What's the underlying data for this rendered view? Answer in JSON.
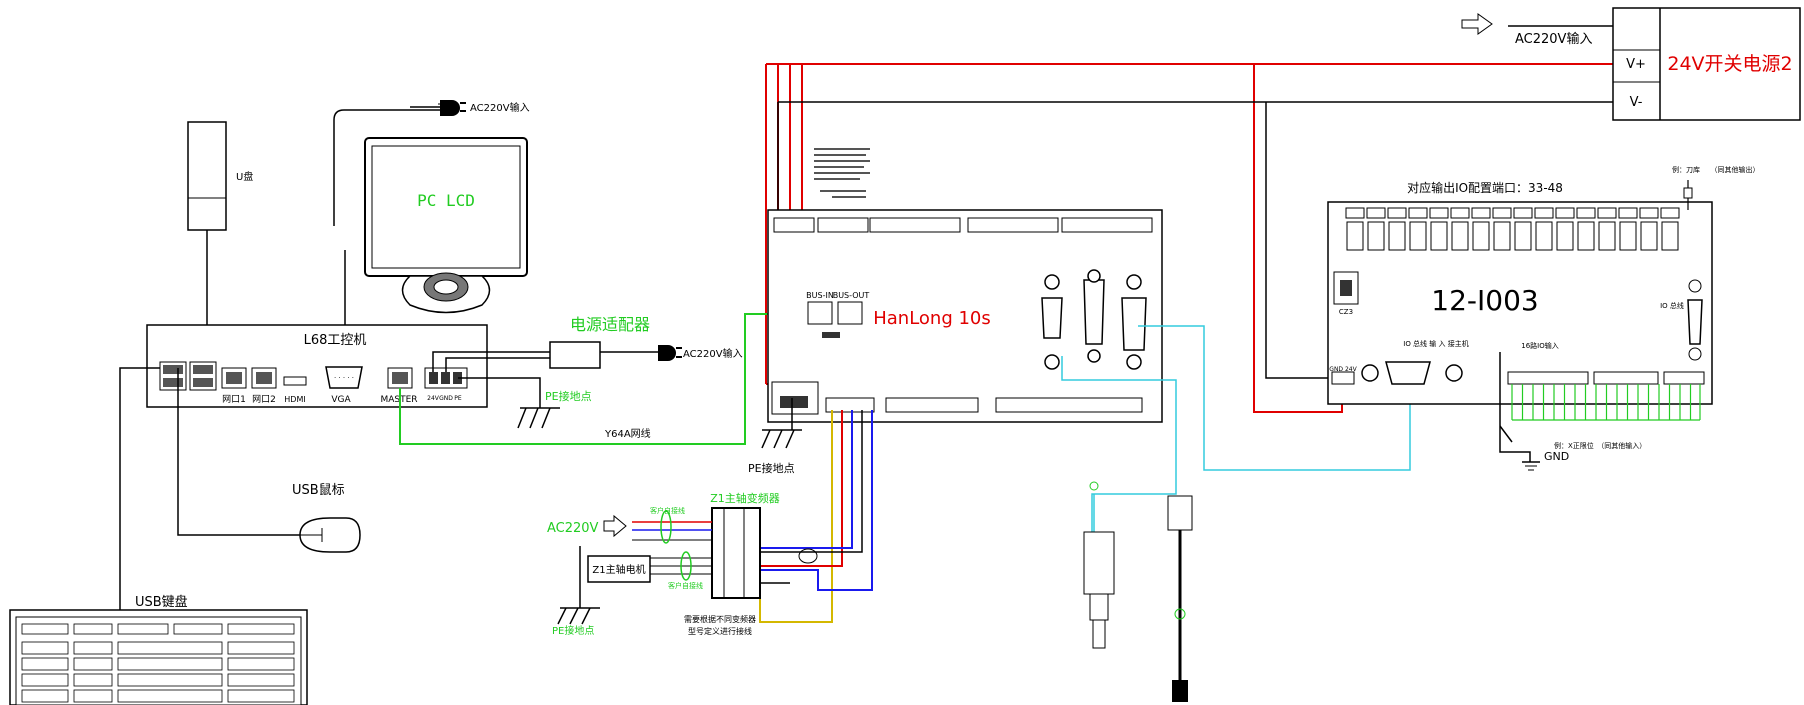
{
  "labels": {
    "ac_input": "AC220V输入",
    "v_plus": "V+",
    "v_minus": "V-",
    "psu2": "24V开关电源2",
    "usb_disk": "U盘",
    "pc_lcd": "PC LCD",
    "ipc": "L68工控机",
    "port1": "网口1",
    "port2": "网口2",
    "hdmi": "HDMI",
    "vga": "VGA",
    "master": "MASTER",
    "pins_24v": "24V",
    "pins_gnd": "GND",
    "pins_pe": "PE",
    "power_adapter": "电源适配器",
    "pe_ground": "PE接地点",
    "net_cable": "Y64A网线",
    "usb_mouse": "USB鼠标",
    "usb_keyboard": "USB键盘",
    "controller": "HanLong 10s",
    "bus_in": "BUS-IN",
    "bus_out": "BUS-OUT",
    "io_config": "对应输出IO配置端口：33-48",
    "io_board": "12-I003",
    "cz3": "CZ3",
    "io_bus": "IO 总线",
    "io_bus_host": "IO 总线 输 入 接主机",
    "io_16": "16路IO输入",
    "gnd_24v": "GND 24V",
    "gnd": "GND",
    "example_tool": "例：刀库　　（同其他输出）",
    "example_limit": "例：X正限位　（同其他输入）",
    "spindle_inverter": "Z1主轴变频器",
    "ac220v": "AC220V",
    "spindle_motor": "Z1主轴电机",
    "customer_wiring": "客户自接线",
    "inverter_note_1": "需要根据不同变频器",
    "inverter_note_2": "型号定义进行接线"
  },
  "colors": {
    "red": "#e00000",
    "green": "#22cc22",
    "cyan": "#33ccdd",
    "blue": "#1a1aee",
    "yellow": "#d4b800",
    "black": "#000000"
  }
}
